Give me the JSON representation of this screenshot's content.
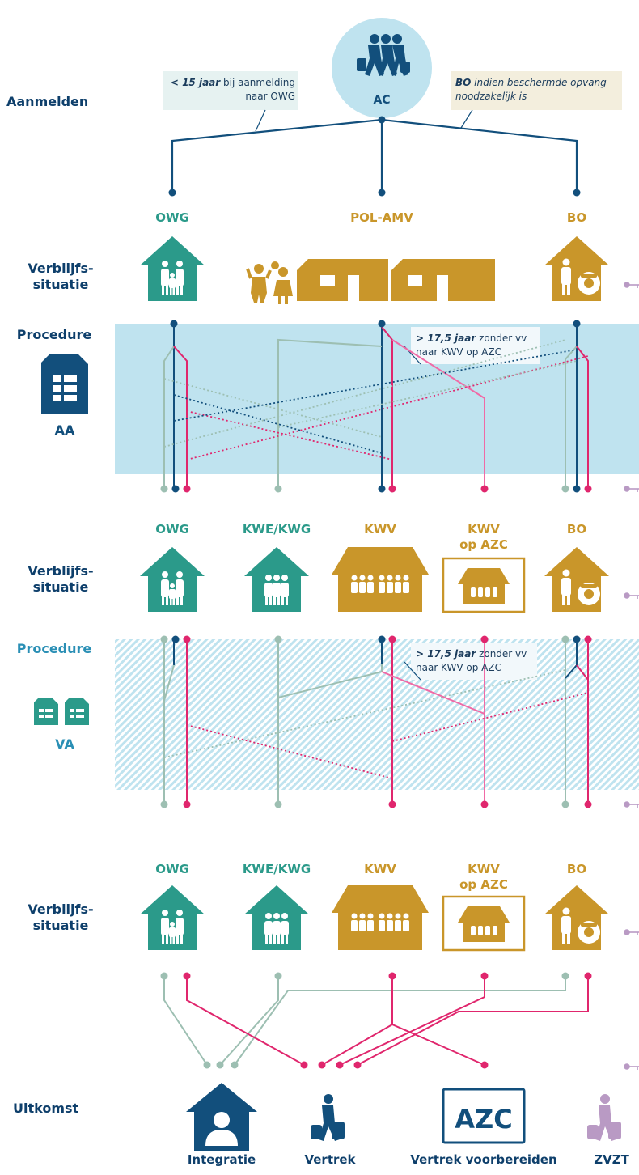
{
  "rows": {
    "aanmelden": "Aanmelden",
    "verblijf": [
      "Verblijfs-",
      "situatie"
    ],
    "procedure1": "Procedure",
    "procedure2": "Procedure",
    "uitkomst": "Uitkomst"
  },
  "ac_label": "AC",
  "notes": {
    "left": {
      "bold": "< 15 jaar",
      "rest": " bij aanmelding",
      "line2": "naar OWG"
    },
    "right": {
      "bold": "BO",
      "rest": " indien beschermde opvang",
      "line2": "noodzakelijk is"
    },
    "proc1": {
      "bold": "> 17,5 jaar",
      "rest": " zonder vv",
      "line2": "naar KWV op AZC"
    },
    "proc2": {
      "bold": "> 17,5 jaar",
      "rest": " zonder vv",
      "line2": "naar KWV op AZC"
    }
  },
  "locations_top": [
    "OWG",
    "POL-AMV",
    "BO"
  ],
  "locations_mid": [
    "OWG",
    "KWE/KWG",
    "KWV",
    [
      "KWV",
      "op AZC"
    ],
    "BO"
  ],
  "doc_labels": {
    "aa": "AA",
    "va": "VA"
  },
  "outcomes": [
    "Integratie",
    "Vertrek",
    "Vertrek voorbereiden",
    "ZVZT"
  ],
  "azc_sign": "AZC",
  "colors": {
    "navy": "#124f7c",
    "teal": "#2b9a8a",
    "gold": "#c9962a",
    "magenta": "#e0266d",
    "sage": "#9dbfb2",
    "pink": "#f06aa6",
    "lightblue": "#bfe3ef",
    "lilac": "#b99ac4"
  }
}
